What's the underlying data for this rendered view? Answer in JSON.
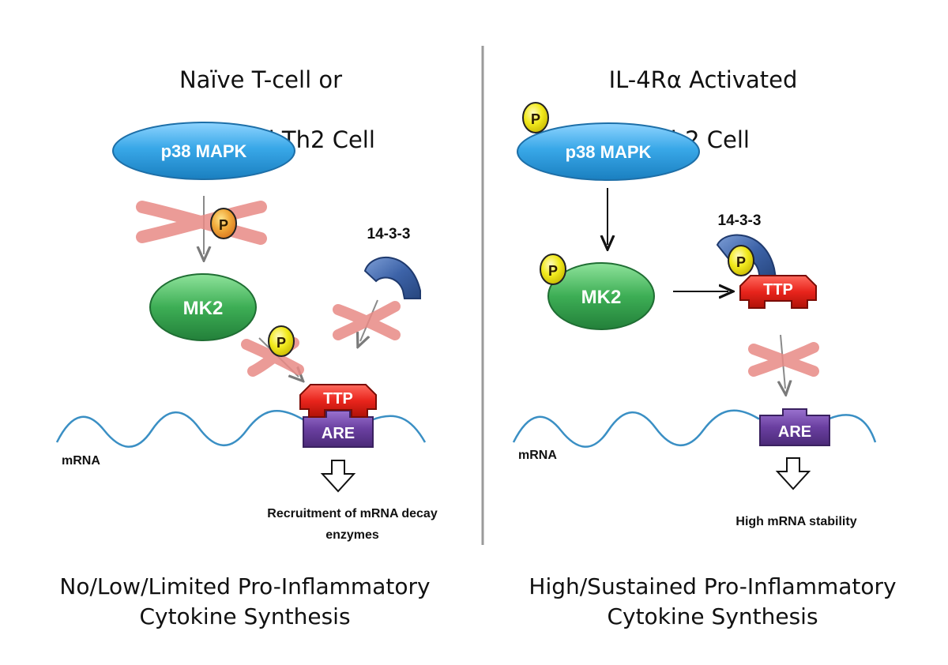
{
  "left": {
    "title_line1": "Naïve T-cell or",
    "title_line2": "Inactivated Th2 Cell",
    "caption_line1": "No/Low/Limited Pro-Inflammatory",
    "caption_line2": "Cytokine Synthesis",
    "p38": "p38 MAPK",
    "mk2": "MK2",
    "protein_1433": "14-3-3",
    "ttp": "TTP",
    "are": "ARE",
    "mrna": "mRNA",
    "outcome_line1": "Recruitment of mRNA decay",
    "outcome_line2": "enzymes",
    "phospho": "P"
  },
  "right": {
    "title_line1": "IL-4Rα Activated",
    "title_line2": "Th2 Cell",
    "caption_line1": "High/Sustained Pro-Inflammatory",
    "caption_line2": "Cytokine Synthesis",
    "p38": "p38 MAPK",
    "mk2": "MK2",
    "protein_1433": "14-3-3",
    "ttp": "TTP",
    "are": "ARE",
    "mrna": "mRNA",
    "outcome": "High mRNA stability",
    "phospho": "P"
  },
  "colors": {
    "p38": "#39a8e8",
    "mk2": "#3dae55",
    "ttp": "#e8241c",
    "are": "#6a3fa0",
    "protein_1433": "#3d63a8",
    "phospho": "#f2ea1e",
    "inhibit_x": "#e88a86",
    "mrna": "#3a8fc4"
  }
}
